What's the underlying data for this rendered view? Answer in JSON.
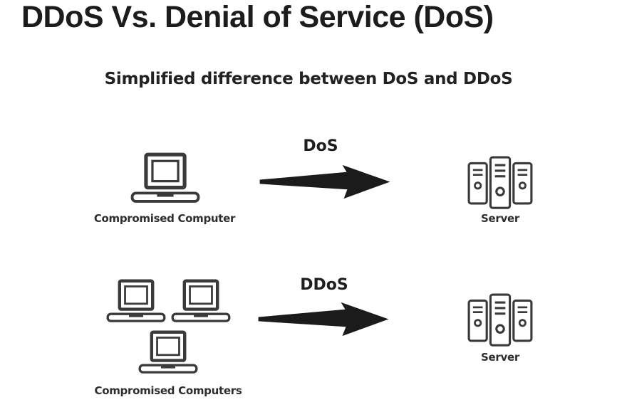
{
  "title": "DDoS Vs. Denial of Service (DoS)",
  "subtitle": "Simplified difference between DoS and DDoS",
  "rows": {
    "dos": {
      "source_label": "Compromised Computer",
      "arrow_label": "DoS",
      "target_label": "Server"
    },
    "ddos": {
      "source_label": "Compromised Computers",
      "arrow_label": "DDoS",
      "target_label": "Server"
    }
  },
  "colors": {
    "icon_stroke": "#3a3a3a",
    "arrow_fill": "#1b1b1b",
    "title_color": "#1c1c1c",
    "label_color": "#2e2e2e"
  }
}
